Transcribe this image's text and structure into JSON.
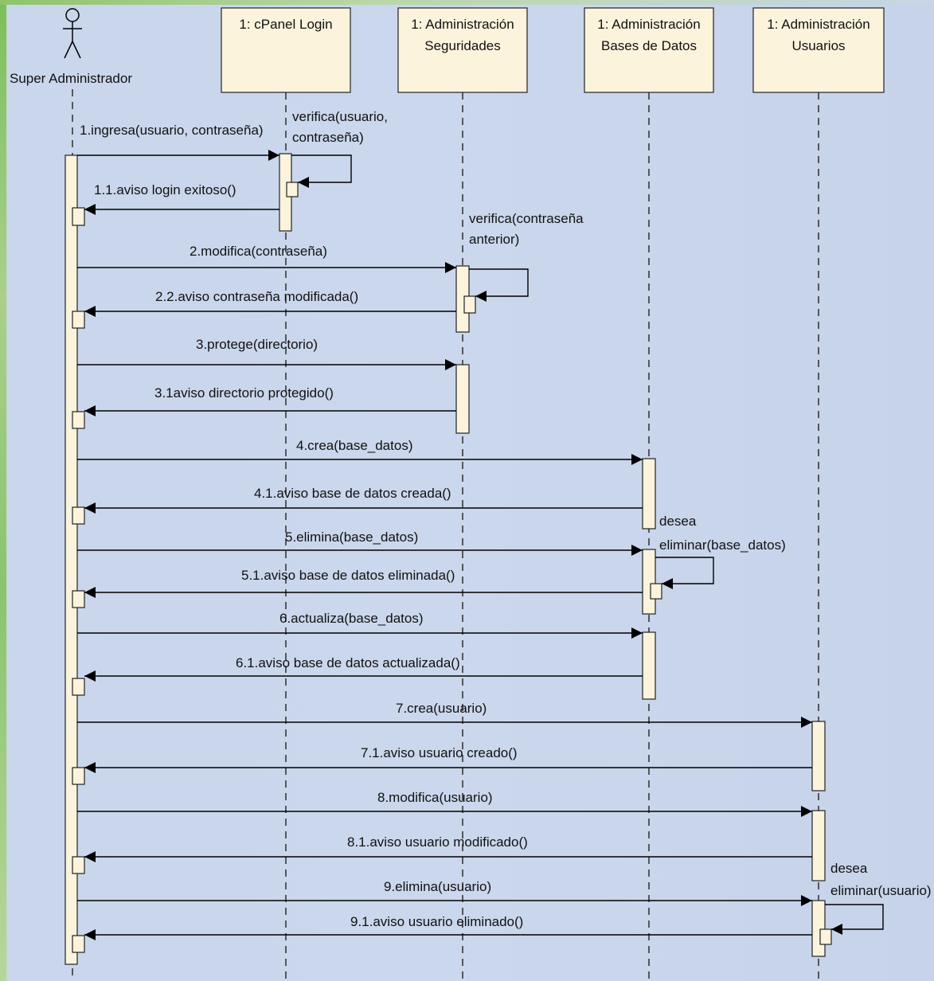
{
  "actor": {
    "name": "Super Administrador"
  },
  "lifelines": [
    {
      "id": "login",
      "line1": "1: cPanel Login",
      "line2": ""
    },
    {
      "id": "seg",
      "line1": "1: Administración",
      "line2": "Seguridades"
    },
    {
      "id": "bd",
      "line1": "1: Administración",
      "line2": "Bases de Datos"
    },
    {
      "id": "usr",
      "line1": "1: Administración",
      "line2": "Usuarios"
    }
  ],
  "messages": [
    "1.ingresa(usuario, contraseña)",
    "1.1.aviso login exitoso()",
    "2.modifica(contraseña)",
    "2.2.aviso contraseña modificada()",
    "3.protege(directorio)",
    "3.1aviso directorio protegido()",
    "4.crea(base_datos)",
    "4.1.aviso base de datos creada()",
    "5.elimina(base_datos)",
    "5.1.aviso base de datos eliminada()",
    "6.actualiza(base_datos)",
    "6.1.aviso base de datos actualizada()",
    "7.crea(usuario)",
    "7.1.aviso usuario creado()",
    "8.modifica(usuario)",
    "8.1.aviso usuario modificado()",
    "9.elimina(usuario)",
    "9.1.aviso usuario eliminado()"
  ],
  "self_calls": [
    {
      "line1": "verifica(usuario,",
      "line2": "contraseña)"
    },
    {
      "line1": "verifica(contraseña",
      "line2": "anterior)"
    },
    {
      "line1": "desea",
      "line2": "eliminar(base_datos)"
    },
    {
      "line1": "desea",
      "line2": "eliminar(usuario)"
    }
  ]
}
